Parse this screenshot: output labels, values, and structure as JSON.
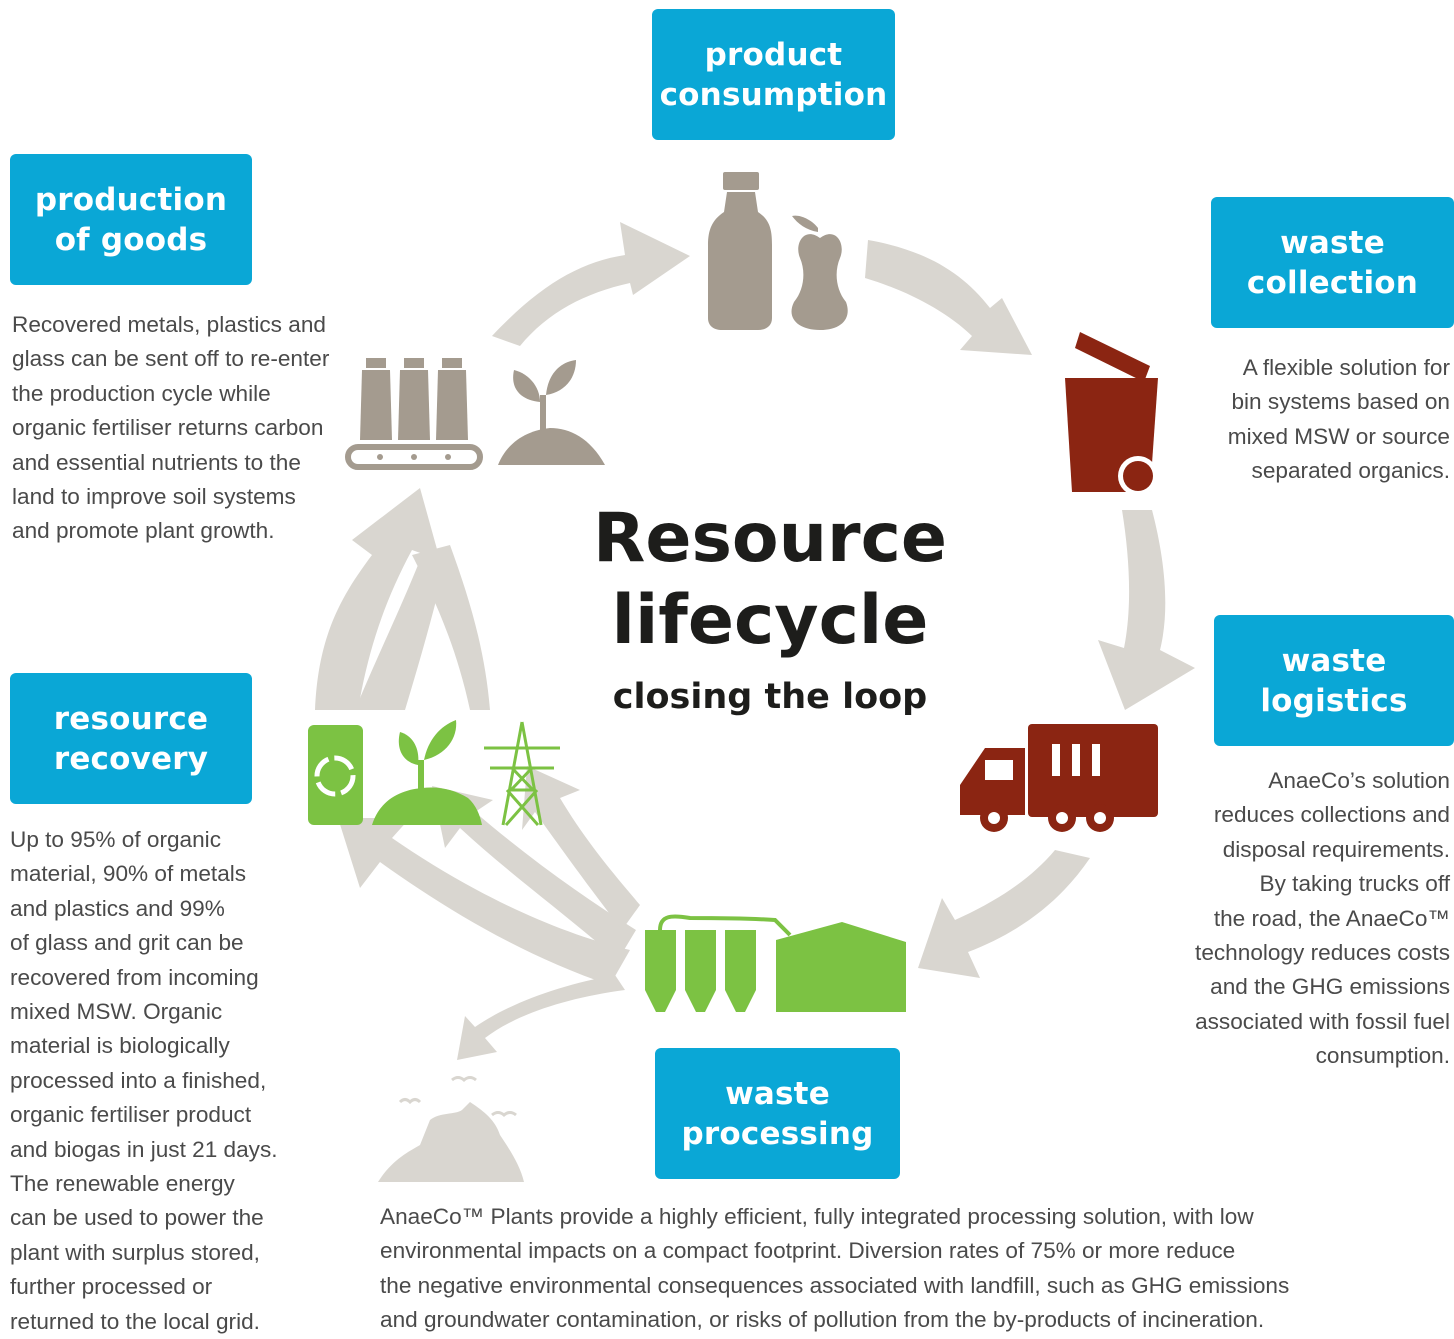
{
  "title": {
    "line1": "Resource",
    "line2": "lifecycle",
    "subtitle": "closing the loop"
  },
  "stages": {
    "product_consumption": {
      "label": "product\nconsumption"
    },
    "waste_collection": {
      "label": "waste\ncollection",
      "description": "A flexible solution for\nbin systems based on\nmixed MSW or source\nseparated organics."
    },
    "waste_logistics": {
      "label": "waste\nlogistics",
      "description": "AnaeCo’s solution\nreduces collections and\ndisposal requirements.\nBy taking trucks off\nthe road, the AnaeCo™\ntechnology reduces costs\nand the GHG emissions\nassociated with fossil fuel\nconsumption."
    },
    "waste_processing": {
      "label": "waste\nprocessing",
      "description": "AnaeCo™ Plants provide a highly efficient, fully integrated processing solution, with low\nenvironmental impacts on a compact footprint. Diversion rates of 75% or more reduce\nthe negative environmental consequences associated with landfill, such as GHG emissions\nand groundwater contamination, or risks of pollution from the by-products of incineration."
    },
    "resource_recovery": {
      "label": "resource\nrecovery",
      "description": "Up to 95% of organic\nmaterial, 90% of metals\nand plastics and 99%\nof glass and grit can be\nrecovered from incoming\nmixed MSW. Organic\nmaterial is biologically\nprocessed into a finished,\norganic fertiliser product\nand biogas in just 21 days.\nThe renewable energy\ncan be used to power the\nplant with surplus stored,\nfurther processed or\nreturned to the local grid."
    },
    "production_of_goods": {
      "label": "production\nof goods",
      "description": "Recovered metals, plastics and\nglass can be sent off to re-enter\nthe production cycle while\norganic fertiliser returns carbon\nand essential nutrients to the\nland to improve soil systems\nand promote plant growth."
    }
  },
  "colors": {
    "box": "#0aa7d6",
    "arrow": "#d9d6d0",
    "icon_grey": "#a49b8f",
    "icon_red": "#8b2512",
    "icon_green": "#7cc243",
    "text": "#4a4a4a",
    "title": "#1d1d1b"
  },
  "icons": [
    "bottle-icon",
    "apple-core-icon",
    "wheelie-bin-icon",
    "garbage-truck-icon",
    "processing-plant-icon",
    "landfill-icon",
    "recycle-can-icon",
    "seedling-icon",
    "power-pylon-icon",
    "conveyor-bottles-icon",
    "sprout-icon"
  ]
}
